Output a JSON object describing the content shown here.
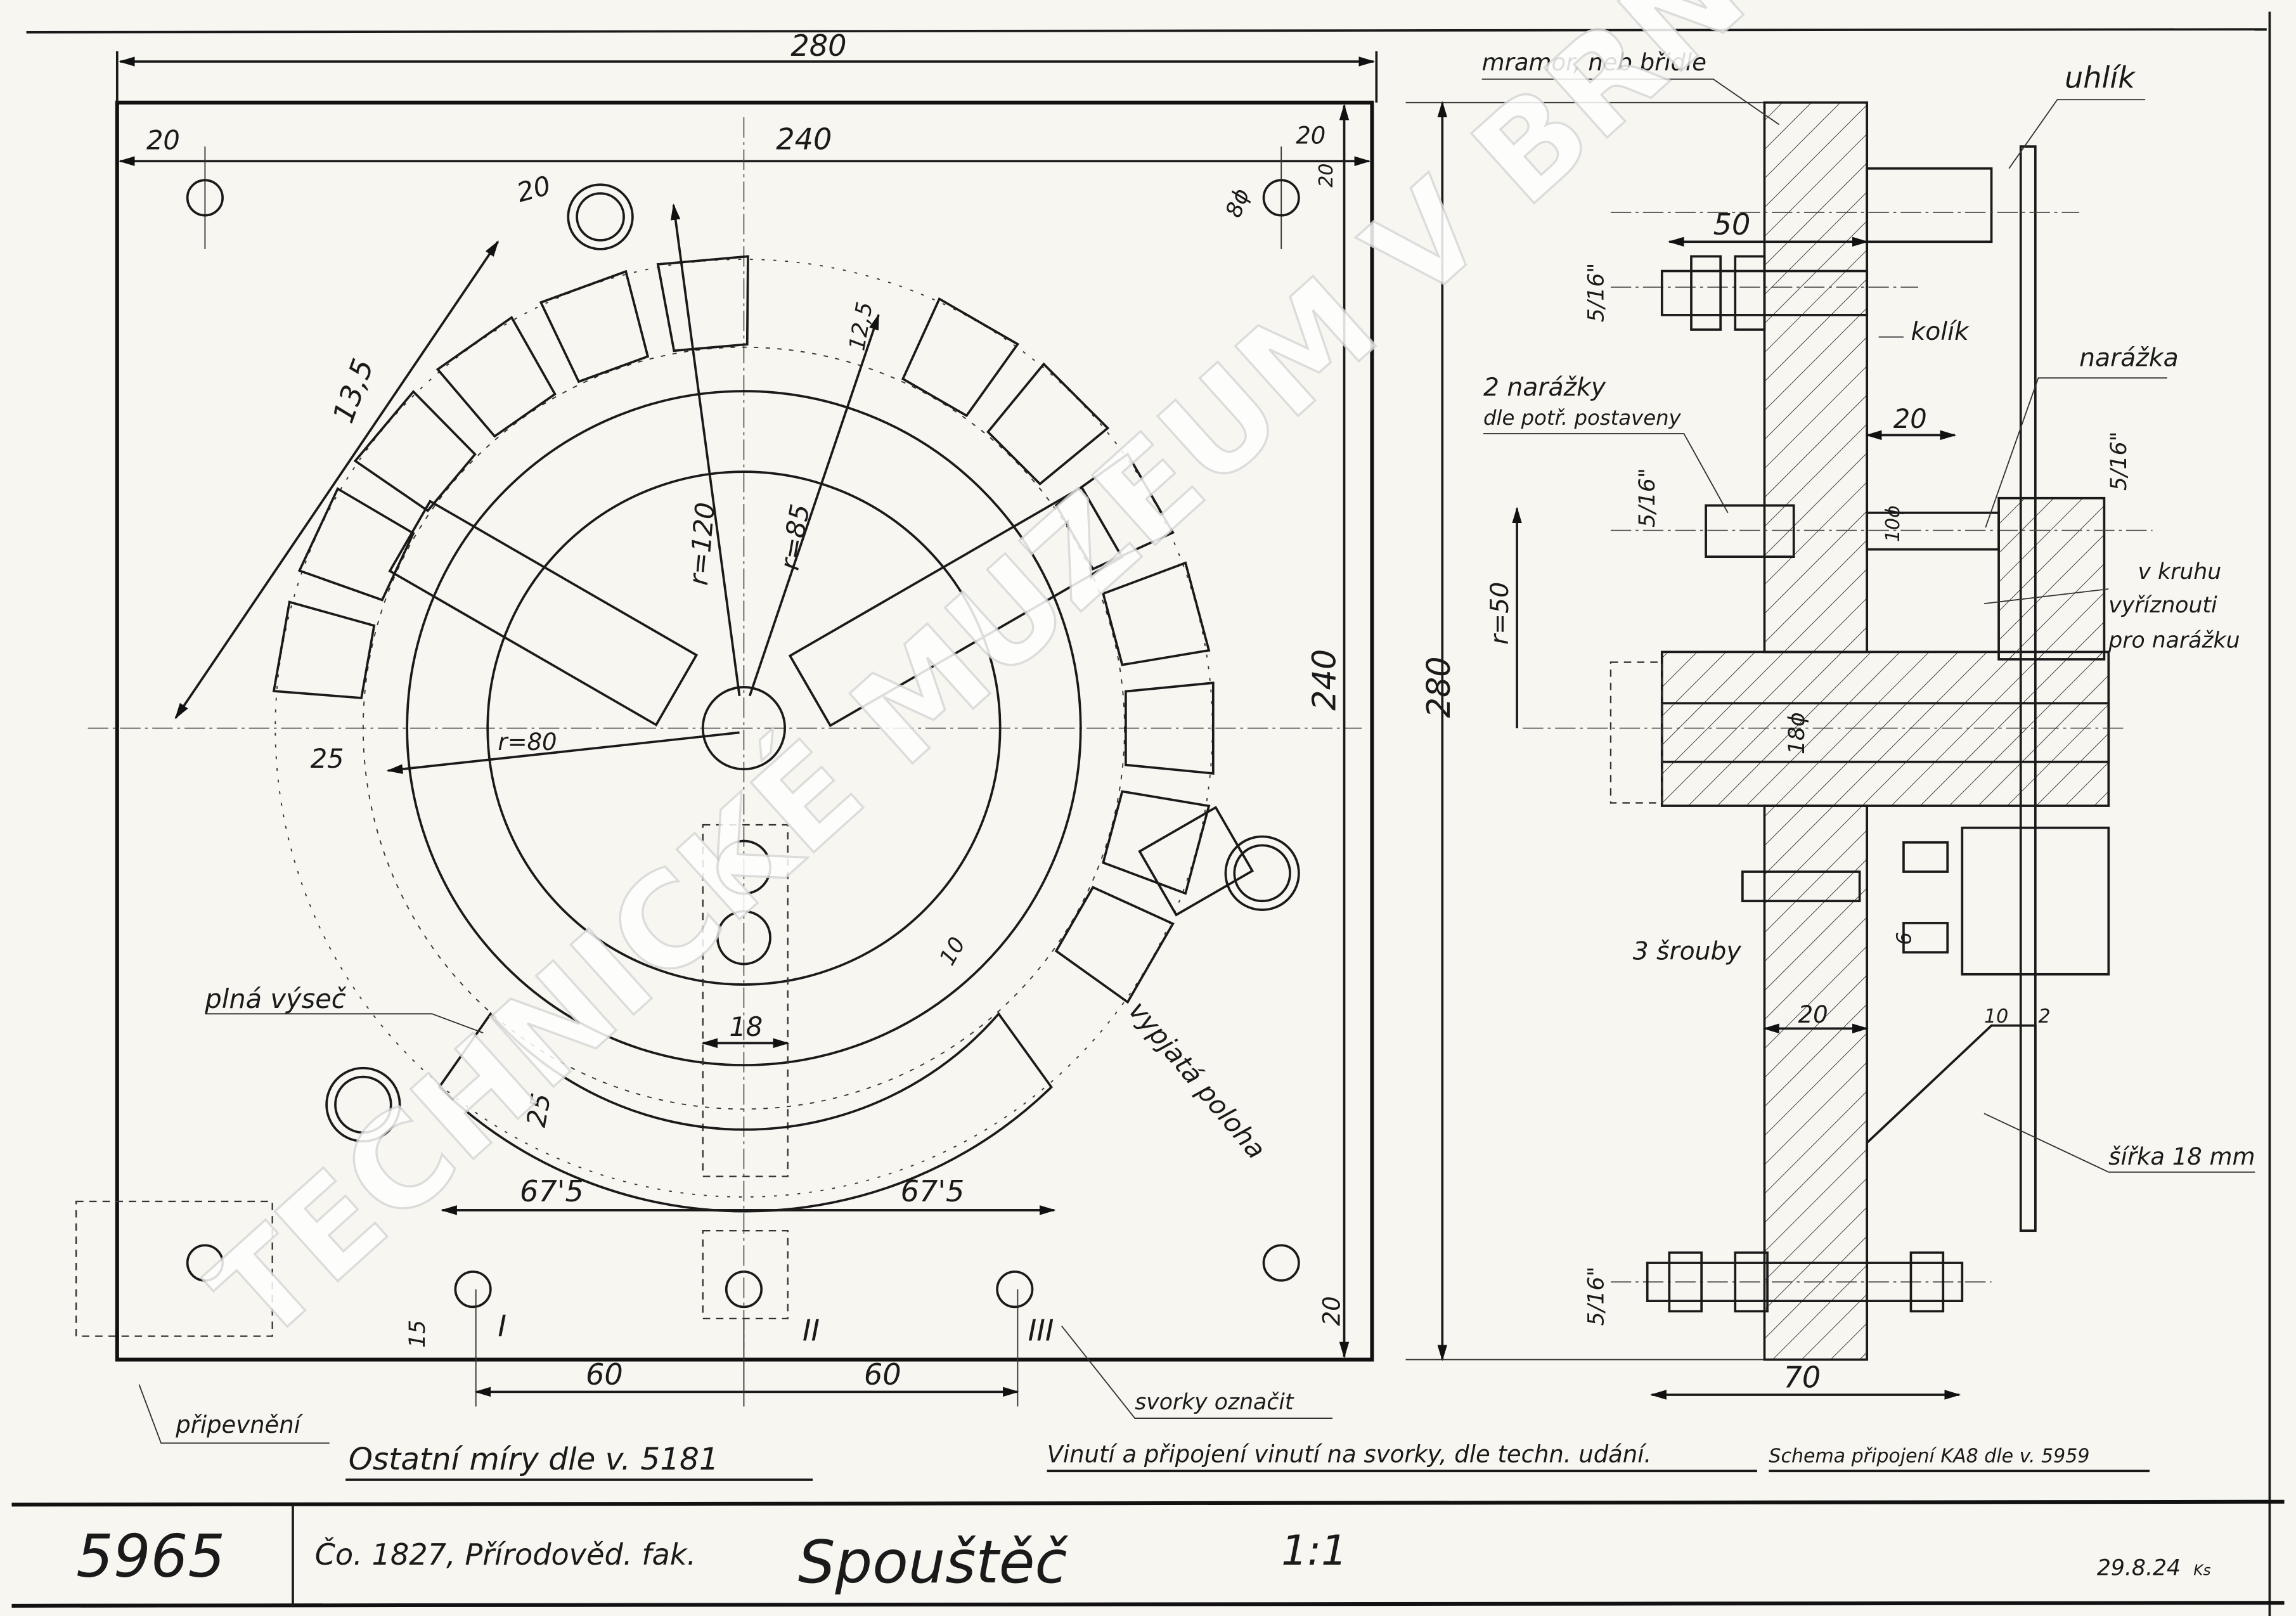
{
  "drawing": {
    "number": "5965",
    "order": "Čo. 1827, Přírodověd. fak.",
    "title": "Spouštěč",
    "scale": "1:1",
    "date": "29.8.24",
    "signature": "Ks"
  },
  "notes": {
    "other_dims": "Ostatní míry dle v. 5181",
    "winding": "Vinutí a připojení vinutí na svorky, dle techn. udání.",
    "schema": "Schema připojení KA8 dle v. 5959",
    "fastening": "připevnění",
    "terminals": "svorky označit"
  },
  "front_view": {
    "dims": {
      "overall_width": "280",
      "hole_spacing": "240",
      "left_offset": "20",
      "right_offset": "20",
      "right_offset_v": "20",
      "hole_dia": "8ϕ",
      "segment_width": "20",
      "arc_length": "13,5",
      "contact_width": "12,5",
      "r120": "r=120",
      "r85": "r=85",
      "r80": "r=80",
      "contact_len": "25",
      "height": "240",
      "slot_width": "18",
      "sector_depth": "25",
      "lever_width": "10",
      "half_left": "67'5",
      "half_right": "67'5",
      "term_left": "60",
      "term_right": "60",
      "term_height": "15",
      "bottom_offset": "20"
    },
    "labels": {
      "full_sector": "plná výseč",
      "off_position": "vypjatá poloha",
      "terminal_1": "I",
      "terminal_2": "II",
      "terminal_3": "III"
    }
  },
  "side_view": {
    "dims": {
      "height": "280",
      "bolt_top": "5/16\"",
      "len_50": "50",
      "bolt_mid": "5/16\"",
      "gap_20": "20",
      "pin_dia": "10ϕ",
      "bolt_right": "5/16\"",
      "radius": "r=50",
      "shaft_dia": "18ϕ",
      "gap_6": "6",
      "plate_20": "20",
      "d10": "10",
      "d2": "2",
      "bolt_bottom": "5/16\"",
      "len_70": "70"
    },
    "labels": {
      "material": "mramor, neb břidle",
      "carbon": "uhlík",
      "pin": "kolík",
      "stops2": "2 narážky",
      "stops2_sub": "dle potř. postaveny",
      "stop": "narážka",
      "cut1": "v kruhu",
      "cut2": "vyříznouti",
      "cut3": "pro narážku",
      "screws": "3 šrouby",
      "width": "šířka 18 mm"
    }
  },
  "watermark": "TECHNICKÉ MUZEUM V BRNĚ"
}
